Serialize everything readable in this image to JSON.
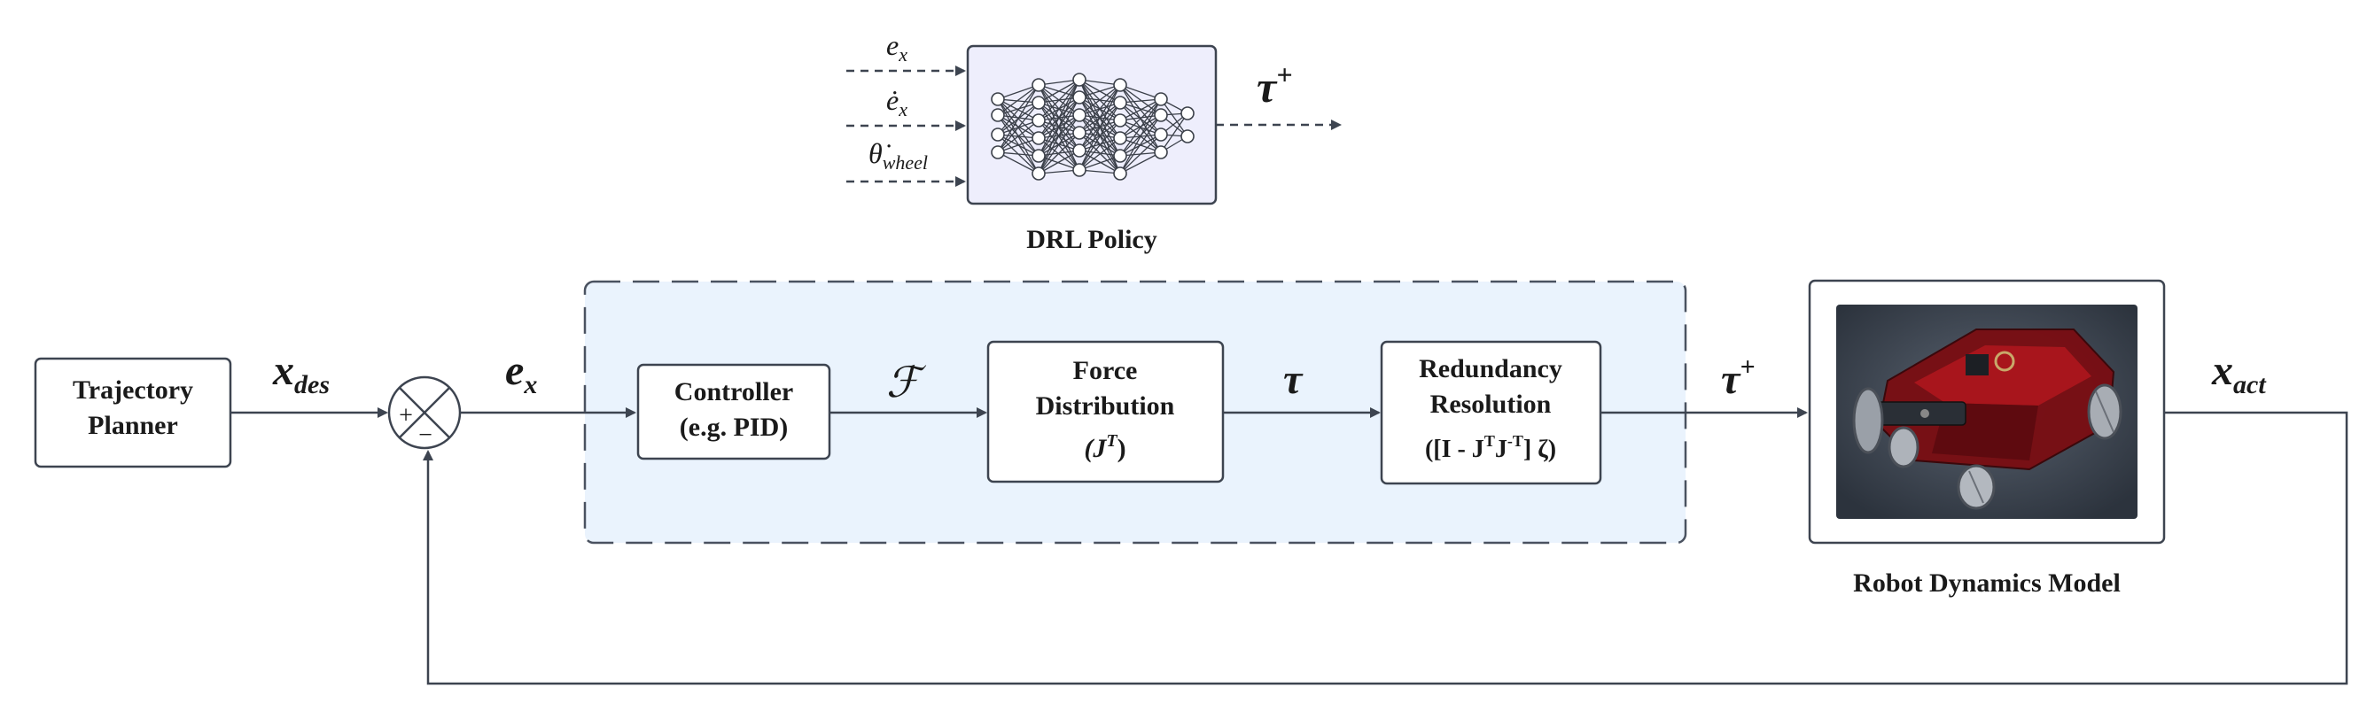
{
  "blocks": {
    "trajectory_planner": {
      "line1": "Trajectory",
      "line2": "Planner"
    },
    "controller": {
      "line1": "Controller",
      "line2": "(e.g. PID)"
    },
    "force_distribution": {
      "line1": "Force",
      "line2": "Distribution",
      "line3_base": "(J",
      "line3_sup": "T",
      "line3_end": ")"
    },
    "redundancy_resolution": {
      "line1": "Redundancy",
      "line2": "Resolution",
      "line3": "([I - J",
      "line3_sup1": "T",
      "line3_mid": "J",
      "line3_sup2": "-T",
      "line3_end": "] ζ)"
    },
    "drl_policy": {
      "label": "DRL Policy"
    },
    "robot_dynamics_model": {
      "label": "Robot Dynamics Model"
    }
  },
  "signals": {
    "x_des": {
      "base": "x",
      "sub": "des"
    },
    "e_x": {
      "base": "e",
      "sub": "x"
    },
    "force": "ℱ",
    "tau": "τ",
    "tau_plus_main": {
      "base": "τ",
      "sup": "+"
    },
    "tau_plus_drl": {
      "base": "τ",
      "sup": "+"
    },
    "x_act": {
      "base": "x",
      "sub": "act"
    }
  },
  "drl_inputs": {
    "e_x": {
      "base": "e",
      "sub": "x"
    },
    "e_x_dot": {
      "base": "ė",
      "sub": "x"
    },
    "theta_wheel_dot": {
      "base": "θ̇",
      "sub": "wheel"
    }
  },
  "summing_junction": {
    "plus": "+",
    "minus": "−"
  },
  "colors": {
    "line": "#3d4450",
    "dashed_region_fill": "#eaf3fd",
    "dashed_region_stroke": "#4a5260",
    "drl_box_fill": "#eeeefc",
    "robot_image_bg": "#3b4350",
    "robot_body": "#8a0d12"
  },
  "icons": [
    "neural-network-icon",
    "robot-icon"
  ]
}
